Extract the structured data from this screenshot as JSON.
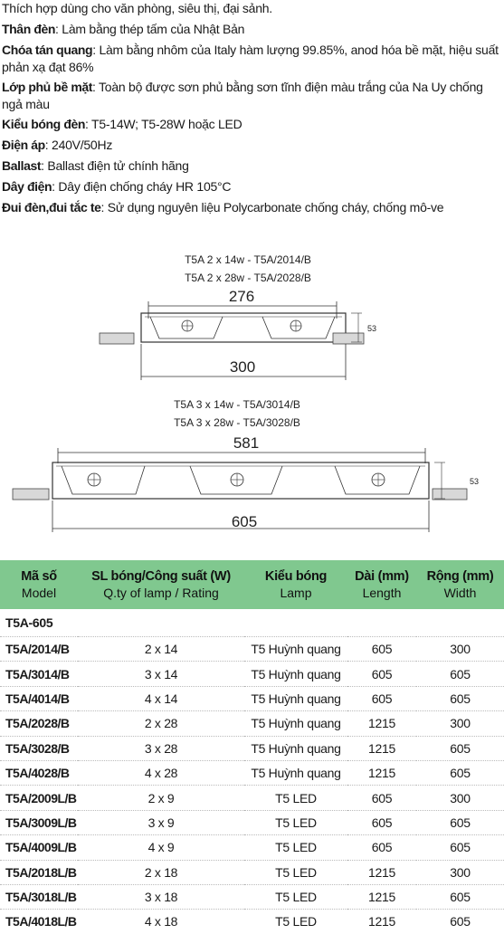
{
  "specs": [
    {
      "label": "",
      "text": "Thích hợp dùng cho văn phòng, siêu thị, đại sảnh."
    },
    {
      "label": "Thân đèn",
      "text": ": Làm bằng thép tấm của Nhật Bản"
    },
    {
      "label": "Chóa tán quang",
      "text": ": Làm bằng nhôm của Italy hàm lượng 99.85%, anod hóa bề mặt, hiệu suất phản xạ đạt 86%"
    },
    {
      "label": "Lớp phủ bề mặt",
      "text": ": Toàn bộ được sơn phủ bằng sơn tĩnh điện màu trắng của Na Uy chống ngả màu"
    },
    {
      "label": "Kiểu bóng đèn",
      "text": ": T5-14W; T5-28W hoặc LED"
    },
    {
      "label": "Điện áp",
      "text": ": 240V/50Hz"
    },
    {
      "label": "Ballast",
      "text": ": Ballast điện tử chính hãng"
    },
    {
      "label": "Dây điện",
      "text": ": Dây điện chống cháy HR 105°C"
    },
    {
      "label": "Đui đèn,đui tắc te",
      "text": ": Sử dụng nguyên liệu Polycarbonate chống cháy, chống mô-ve"
    }
  ],
  "diagram1": {
    "model_lines": [
      "T5A 2 x 14w -  T5A/2014/B",
      "T5A 2 x 28w -  T5A/2028/B"
    ],
    "inner_width": "276",
    "outer_width": "300",
    "height": "53"
  },
  "diagram2": {
    "model_lines": [
      "T5A 3 x 14w -  T5A/3014/B",
      "T5A 3 x 28w -  T5A/3028/B"
    ],
    "inner_width": "581",
    "outer_width": "605",
    "height": "53"
  },
  "table": {
    "headers": [
      {
        "vi": "Mã số",
        "en": "Model"
      },
      {
        "vi": "SL bóng/Công suất (W)",
        "en": "Q.ty of lamp / Rating"
      },
      {
        "vi": "Kiểu bóng",
        "en": "Lamp"
      },
      {
        "vi": "Dài (mm)",
        "en": "Length"
      },
      {
        "vi": "Rộng (mm)",
        "en": "Width"
      }
    ],
    "group": "T5A-605",
    "rows": [
      {
        "model": "T5A/2014/B",
        "qty": "2 x 14",
        "lamp": "T5 Huỳnh quang",
        "length": "605",
        "width": "300"
      },
      {
        "model": "T5A/3014/B",
        "qty": "3 x 14",
        "lamp": "T5 Huỳnh quang",
        "length": "605",
        "width": "605"
      },
      {
        "model": "T5A/4014/B",
        "qty": "4 x 14",
        "lamp": "T5 Huỳnh quang",
        "length": "605",
        "width": "605"
      },
      {
        "model": "T5A/2028/B",
        "qty": "2 x 28",
        "lamp": "T5 Huỳnh quang",
        "length": "1215",
        "width": "300"
      },
      {
        "model": "T5A/3028/B",
        "qty": "3 x 28",
        "lamp": "T5 Huỳnh quang",
        "length": "1215",
        "width": "605"
      },
      {
        "model": "T5A/4028/B",
        "qty": "4 x 28",
        "lamp": "T5 Huỳnh quang",
        "length": "1215",
        "width": "605"
      },
      {
        "model": "T5A/2009L/B",
        "qty": "2 x 9",
        "lamp": "T5 LED",
        "length": "605",
        "width": "300"
      },
      {
        "model": "T5A/3009L/B",
        "qty": "3 x 9",
        "lamp": "T5 LED",
        "length": "605",
        "width": "605"
      },
      {
        "model": "T5A/4009L/B",
        "qty": "4 x 9",
        "lamp": "T5 LED",
        "length": "605",
        "width": "605"
      },
      {
        "model": "T5A/2018L/B",
        "qty": "2 x 18",
        "lamp": "T5 LED",
        "length": "1215",
        "width": "300"
      },
      {
        "model": "T5A/3018L/B",
        "qty": "3 x 18",
        "lamp": "T5 LED",
        "length": "1215",
        "width": "605"
      },
      {
        "model": "T5A/4018L/B",
        "qty": "4 x 18",
        "lamp": "T5 LED",
        "length": "1215",
        "width": "605"
      }
    ]
  },
  "colors": {
    "header_bg": "#80c88f",
    "text": "#1a1a1a"
  }
}
